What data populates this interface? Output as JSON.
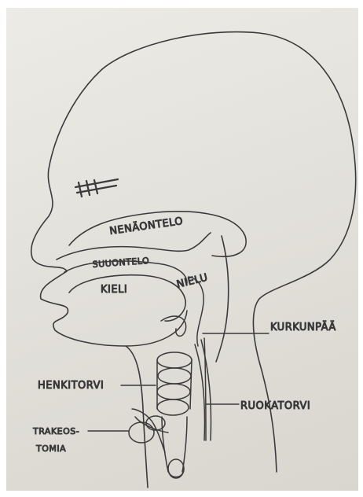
{
  "drawing": {
    "labels": {
      "nasal_cavity": "NENÄONTELO",
      "oral_cavity": "SUUONTELO",
      "tongue": "KIELI",
      "pharynx": "NIELU",
      "larynx": "KURKUNPÄÄ",
      "trachea": "HENKITORVI",
      "esophagus": "RUOKATORVI",
      "tracheostomy_line1": "TRAKEOS-",
      "tracheostomy_line2": "TOMIA"
    },
    "colors": {
      "paper": "#e6e4de",
      "pencil": "#3a3a3c"
    }
  }
}
